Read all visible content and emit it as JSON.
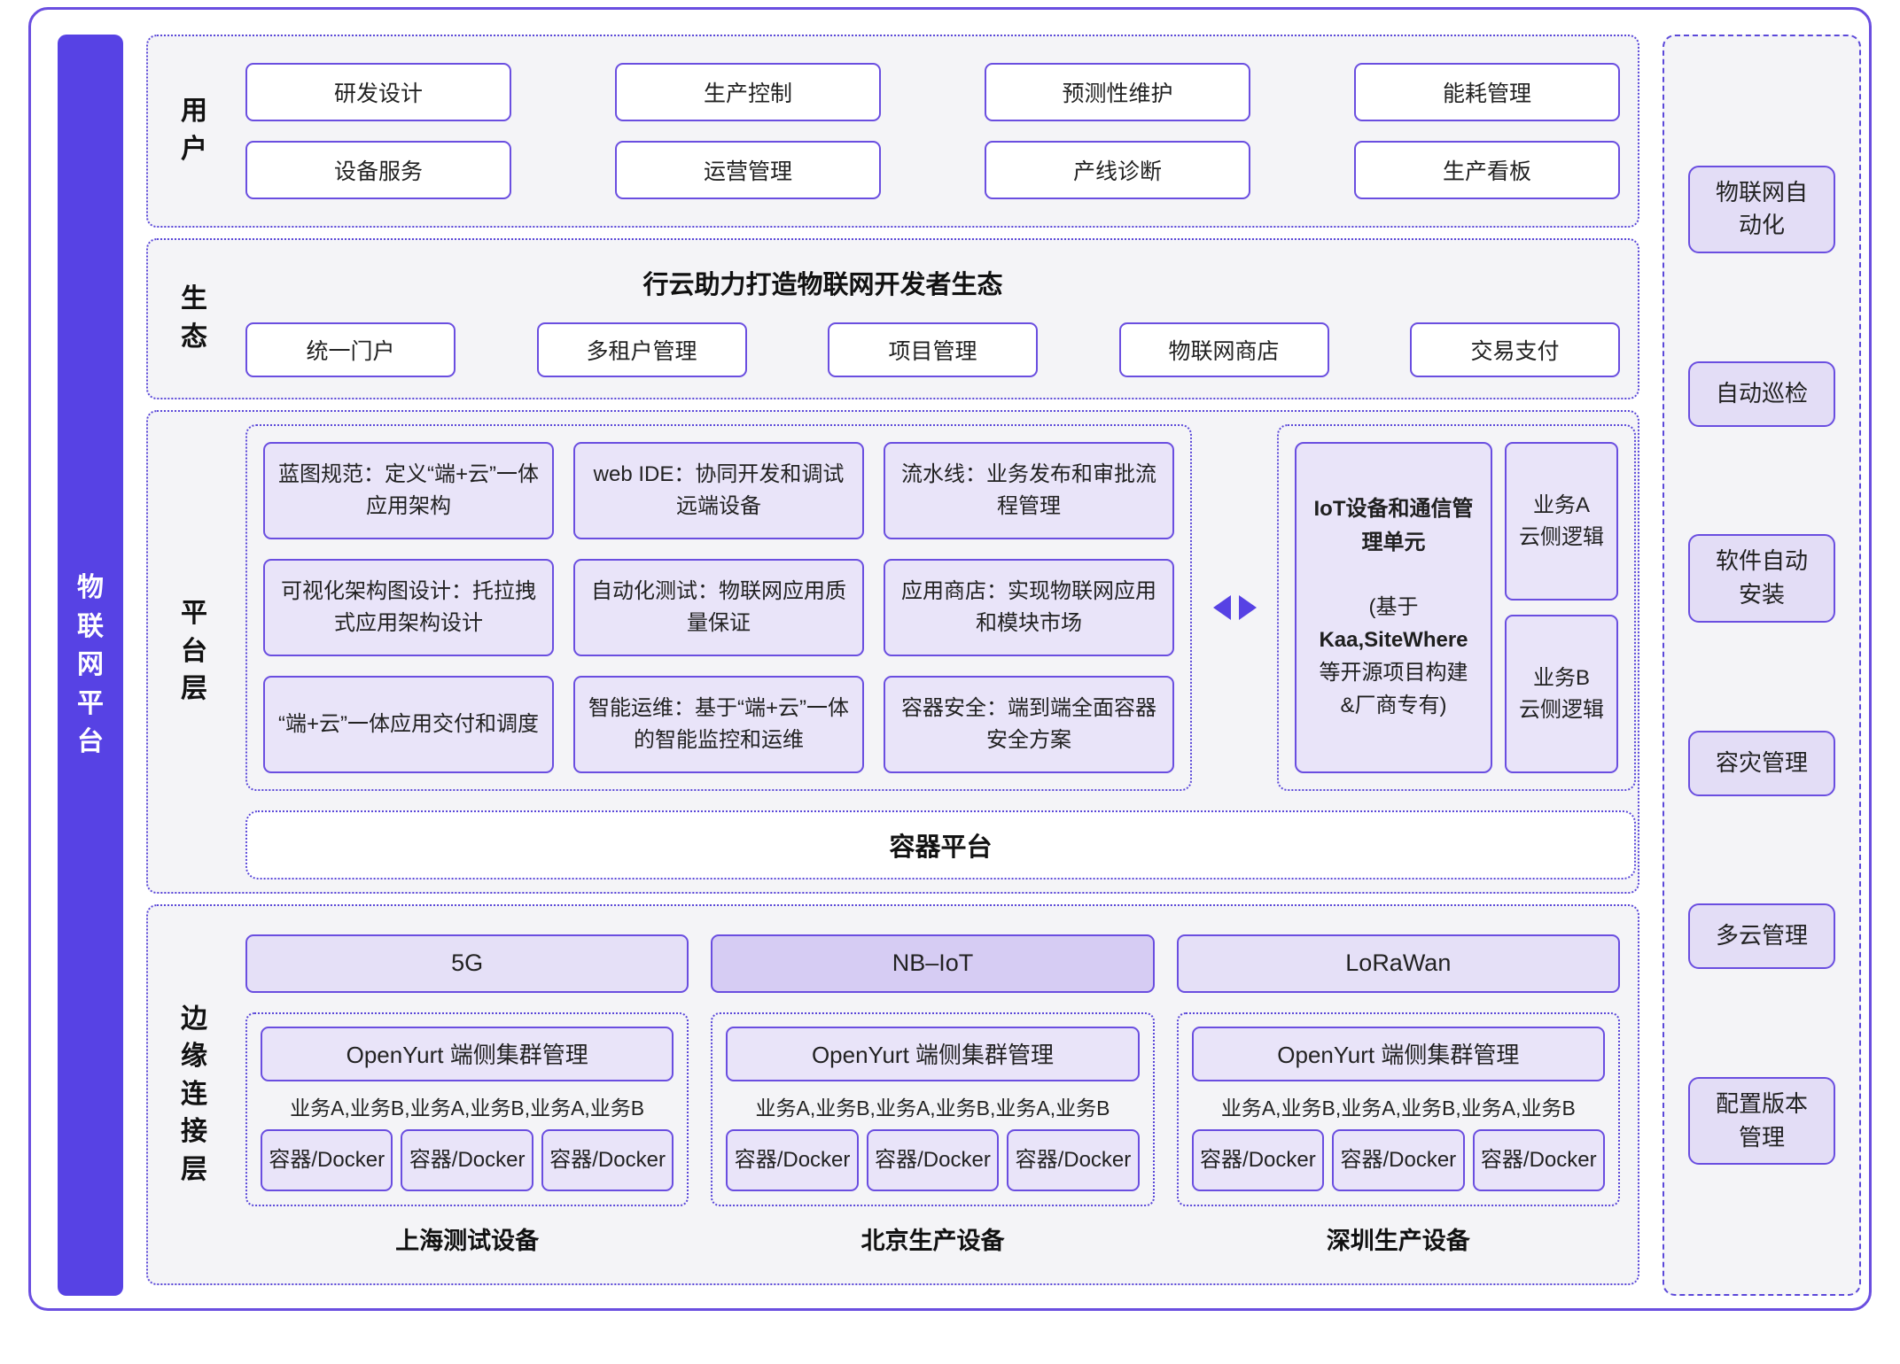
{
  "page": {
    "platform_label": "物联网平台"
  },
  "colors": {
    "accent_purple": "#5742E4",
    "border_purple": "#6A4EE0",
    "dotted_purple": "#5B48D9",
    "box_fill_light": "#E9E4F9",
    "box_fill_dark": "#D6CCF3",
    "section_bg": "#F4F4F7"
  },
  "sections": {
    "user": {
      "label": "用户",
      "boxes": [
        "研发设计",
        "生产控制",
        "预测性维护",
        "能耗管理",
        "设备服务",
        "运营管理",
        "产线诊断",
        "生产看板"
      ]
    },
    "ecosystem": {
      "label": "生态",
      "title": "行云助力打造物联网开发者生态",
      "boxes": [
        "统一门户",
        "多租户管理",
        "项目管理",
        "物联网商店",
        "交易支付"
      ]
    },
    "platform": {
      "label": "平台层",
      "grid": [
        "蓝图规范：定义“端+云”一体应用架构",
        "web IDE：协同开发和调试远端设备",
        "流水线：业务发布和审批流程管理",
        "可视化架构图设计：托拉拽式应用架构设计",
        "自动化测试：物联网应用质量保证",
        "应用商店：实现物联网应用和模块市场",
        "“端+云”一体应用交付和调度",
        "智能运维：基于“端+云”一体的智能监控和运维",
        "容器安全：端到端全面容器安全方案"
      ],
      "iot_unit": {
        "title": "IoT设备和通信管理单元",
        "line1": "(基于",
        "line2": "Kaa,SiteWhere",
        "line3": "等开源项目构建",
        "line4": "&厂商专有)"
      },
      "side_boxes": [
        "业务A\n云侧逻辑",
        "业务B\n云侧逻辑"
      ],
      "container_platform": "容器平台"
    },
    "edge": {
      "label": "边缘连接层",
      "columns": [
        {
          "header": "5G",
          "cluster": "OpenYurt 端侧集群管理",
          "services": "业务A,业务B,业务A,业务B,业务A,业务B",
          "docker": [
            "容器/Docker",
            "容器/Docker",
            "容器/Docker"
          ],
          "caption": "上海测试设备"
        },
        {
          "header": "NB–IoT",
          "cluster": "OpenYurt 端侧集群管理",
          "services": "业务A,业务B,业务A,业务B,业务A,业务B",
          "docker": [
            "容器/Docker",
            "容器/Docker",
            "容器/Docker"
          ],
          "caption": "北京生产设备"
        },
        {
          "header": "LoRaWan",
          "cluster": "OpenYurt 端侧集群管理",
          "services": "业务A,业务B,业务A,业务B,业务A,业务B",
          "docker": [
            "容器/Docker",
            "容器/Docker",
            "容器/Docker"
          ],
          "caption": "深圳生产设备"
        }
      ]
    }
  },
  "sidebar": {
    "items": [
      "物联网自\n动化",
      "自动巡检",
      "软件自动\n安装",
      "容灾管理",
      "多云管理",
      "配置版本\n管理"
    ]
  }
}
